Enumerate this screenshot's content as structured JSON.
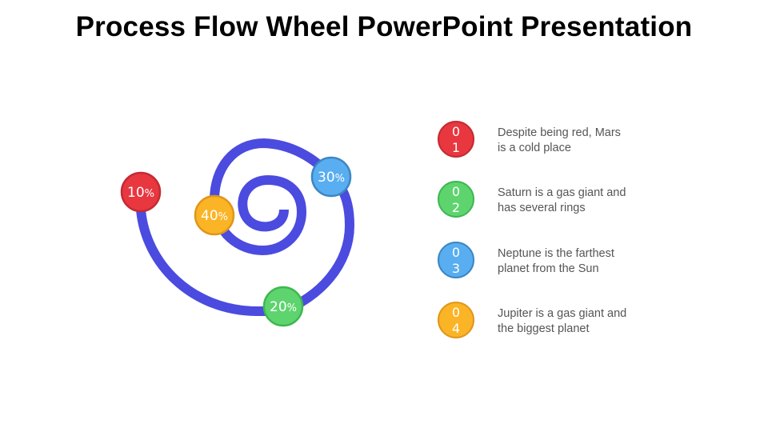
{
  "title": "Process Flow Wheel PowerPoint Presentation",
  "colors": {
    "spiral": "#4B4BE0",
    "red": "#E8373F",
    "red_border": "#C42A33",
    "green": "#5ED46E",
    "green_border": "#3DB84F",
    "blue": "#58AEF0",
    "blue_border": "#3D86C2",
    "orange": "#FBB426",
    "orange_border": "#E0961A",
    "text": "#555555"
  },
  "spiral_nodes": [
    {
      "id": "red",
      "value": "10",
      "unit": "%"
    },
    {
      "id": "green",
      "value": "20",
      "unit": "%"
    },
    {
      "id": "blue",
      "value": "30",
      "unit": "%"
    },
    {
      "id": "orange",
      "value": "40",
      "unit": "%"
    }
  ],
  "list": [
    {
      "num_top": "0",
      "num_bottom": "1",
      "color": "red",
      "line1": "Despite being red, Mars",
      "line2": "is a cold place"
    },
    {
      "num_top": "0",
      "num_bottom": "2",
      "color": "green",
      "line1": "Saturn is a gas giant and",
      "line2": "has several rings"
    },
    {
      "num_top": "0",
      "num_bottom": "3",
      "color": "blue",
      "line1": "Neptune is the farthest",
      "line2": "planet from the Sun"
    },
    {
      "num_top": "0",
      "num_bottom": "4",
      "color": "orange",
      "line1": "Jupiter is a gas giant and",
      "line2": "the biggest planet"
    }
  ]
}
